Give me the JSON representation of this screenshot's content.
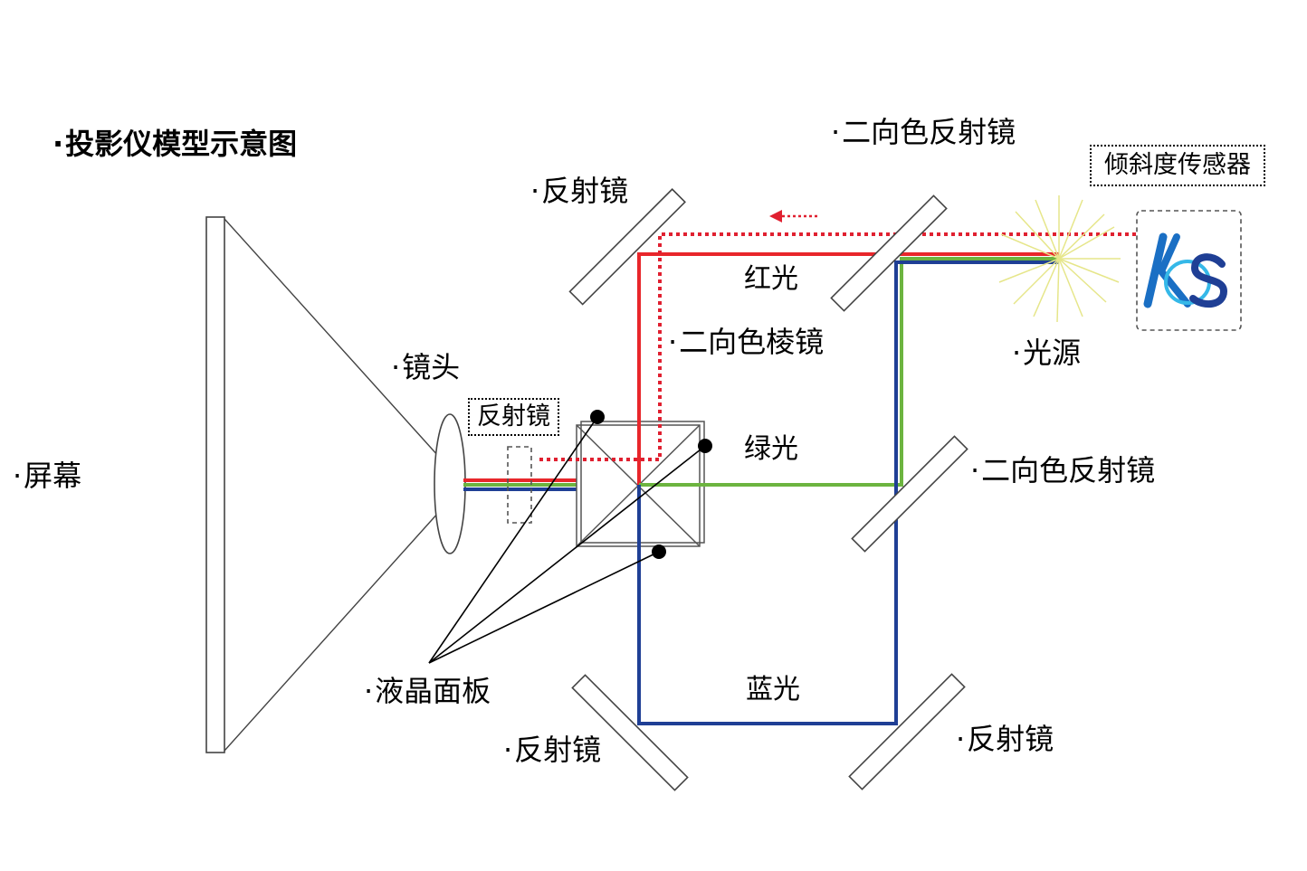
{
  "title": "投影仪模型示意图",
  "labels": {
    "screen": "屏幕",
    "lens": "镜头",
    "reflector_dashed": "反射镜",
    "lcd_panel": "液晶面板",
    "reflector_top": "反射镜",
    "dichroic_mirror_top": "二向色反射镜",
    "dichroic_prism": "二向色棱镜",
    "red_light": "红光",
    "green_light": "绿光",
    "blue_light": "蓝光",
    "light_source": "光源",
    "dichroic_mirror_mid": "二向色反射镜",
    "reflector_bottom_left": "反射镜",
    "reflector_bottom_right": "反射镜",
    "tilt_sensor": "倾斜度传感器"
  },
  "logo": {
    "text": "KS"
  },
  "colors": {
    "red": "#e8262b",
    "green": "#6cb43f",
    "blue": "#1f3f95",
    "sensor_path": "#e02030",
    "rays": "#e6e68a",
    "outline": "#444444"
  }
}
